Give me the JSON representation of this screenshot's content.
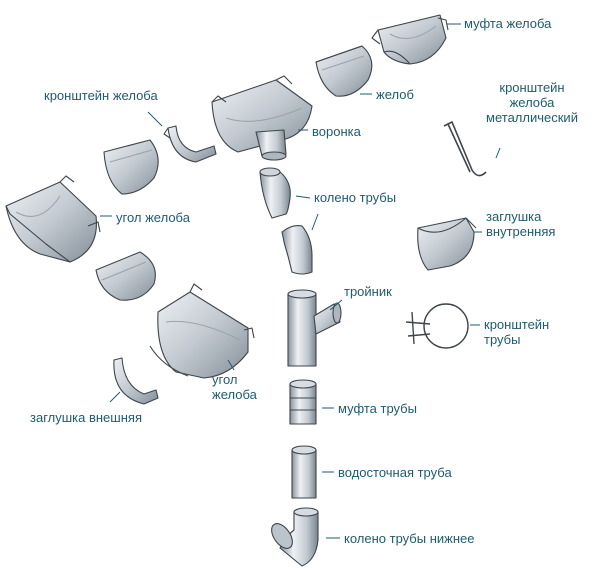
{
  "diagram": {
    "colors": {
      "label_text": "#1e5c6e",
      "leader_line": "#1e5c6e",
      "metal_light": "#f2f4f6",
      "metal_mid": "#c4cbd2",
      "metal_dark": "#7f8993",
      "outline": "#3e454c"
    },
    "parts": [
      {
        "id": "gutter-coupling",
        "label": "муфта желоба"
      },
      {
        "id": "gutter-bracket",
        "label": "кронштейн желоба"
      },
      {
        "id": "gutter",
        "label": "желоб"
      },
      {
        "id": "funnel",
        "label": "воронка"
      },
      {
        "id": "metal-gutter-bracket",
        "label": "кронштейн желоба металлический"
      },
      {
        "id": "pipe-elbow",
        "label": "колено трубы"
      },
      {
        "id": "gutter-corner-left",
        "label": "угол желоба"
      },
      {
        "id": "inner-end-cap",
        "label": "заглушка внутренняя"
      },
      {
        "id": "pipe-tee",
        "label": "тройник"
      },
      {
        "id": "pipe-bracket",
        "label": "кронштейн трубы"
      },
      {
        "id": "gutter-corner-right",
        "label": "угол желоба"
      },
      {
        "id": "outer-end-cap",
        "label": "заглушка внешняя"
      },
      {
        "id": "pipe-coupling",
        "label": "муфта трубы"
      },
      {
        "id": "downpipe",
        "label": "водосточная труба"
      },
      {
        "id": "lower-pipe-elbow",
        "label": "колено трубы нижнее"
      }
    ]
  }
}
